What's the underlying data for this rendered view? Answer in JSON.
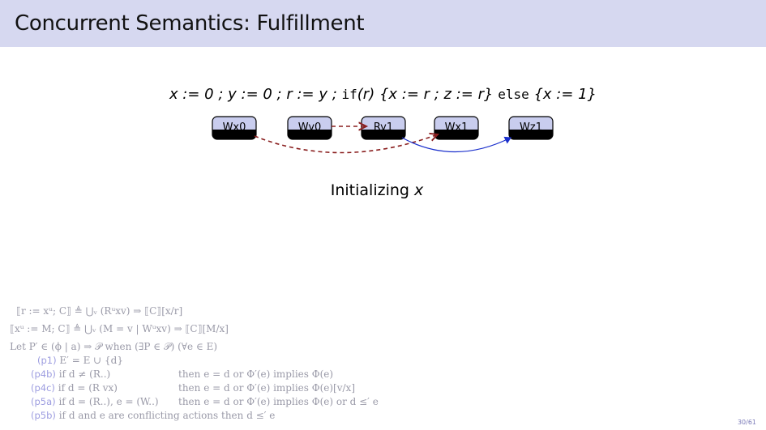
{
  "slide": {
    "title": "Concurrent Semantics: Fulfillment",
    "page_number": "30/61"
  },
  "program": {
    "s1": "x := 0 ; ",
    "s2": "y := 0 ; ",
    "s3": "r := y ; ",
    "kw_if": "if",
    "cond": "(r)",
    "then_block": "{x := r ; z := r}",
    "kw_else": "else",
    "else_block": "{x := 1}"
  },
  "events": [
    {
      "label": "Wx0"
    },
    {
      "label": "Wy0"
    },
    {
      "label": "Ry1"
    },
    {
      "label": "Wx1"
    },
    {
      "label": "Wz1"
    }
  ],
  "colors": {
    "title_bg": "#d6d8f0",
    "event_fill": "#c9cdee",
    "event_fulfilled": "#000000",
    "arrow_red": "#8a1f1f",
    "arrow_blue": "#1a2fcc"
  },
  "caption": {
    "prefix": "Initializing ",
    "var": "x"
  },
  "rules": {
    "r1": "⟦r := xᵘ; C⟧ ≜ ⋃ᵥ (Rᵘxv) ⇒ ⟦C⟧[x/r]",
    "r2": "⟦xᵘ := M; C⟧ ≜ ⋃ᵥ (M = v | Wᵘxv) ⇒ ⟦C⟧[M/x]",
    "r3": "Let P′ ∈ (ϕ | a) ⇒ 𝒫 when (∃P ∈ 𝒫) (∀e ∈ E)",
    "p1_tag": "(p1)",
    "p1": "E′ = E ∪ {d}",
    "p4b_tag": "(p4b)",
    "p4b_a": "if d ≠ (R..)",
    "p4b_b": "then e = d or Φ′(e) implies Φ(e)",
    "p4c_tag": "(p4c)",
    "p4c_a": "if d = (R vx)",
    "p4c_b": "then e = d or Φ′(e) implies Φ(e)[v/x]",
    "p5a_tag": "(p5a)",
    "p5a_a": "if d = (R..), e = (W..)",
    "p5a_b": "then e = d or Φ′(e) implies Φ(e) or d ≤′ e",
    "p5b_tag": "(p5b)",
    "p5b": "if d and e are conflicting actions then d ≤′ e"
  }
}
